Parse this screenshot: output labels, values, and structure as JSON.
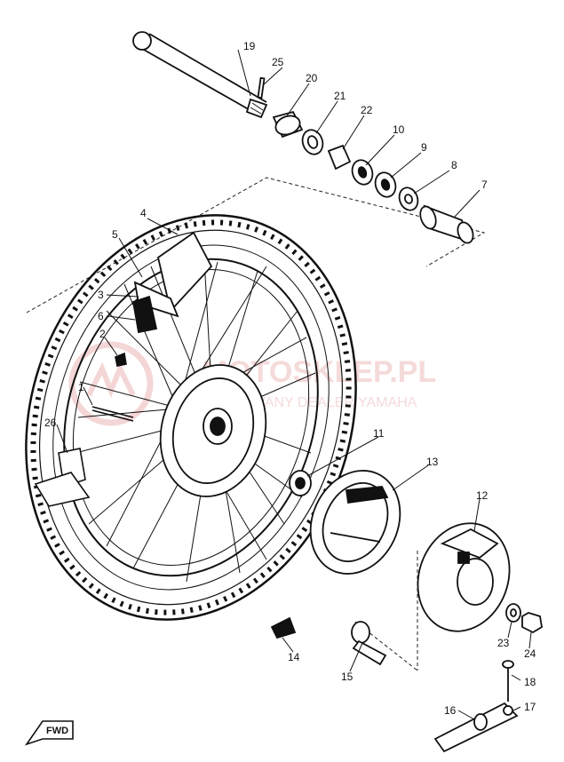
{
  "diagram": {
    "type": "exploded-parts-view",
    "callouts": [
      "1",
      "2",
      "3",
      "4",
      "5",
      "6",
      "7",
      "8",
      "9",
      "10",
      "11",
      "12",
      "13",
      "14",
      "15",
      "16",
      "17",
      "18",
      "19",
      "20",
      "21",
      "22",
      "23",
      "24",
      "25",
      "26"
    ],
    "direction_label": "FWD"
  },
  "watermark": {
    "brand": "MOTOSKLEP.PL",
    "tagline": "AUTORYZOWANY DEALER YAMAHA",
    "color": "#cd4646"
  },
  "colors": {
    "ink": "#111111",
    "background": "#ffffff"
  }
}
